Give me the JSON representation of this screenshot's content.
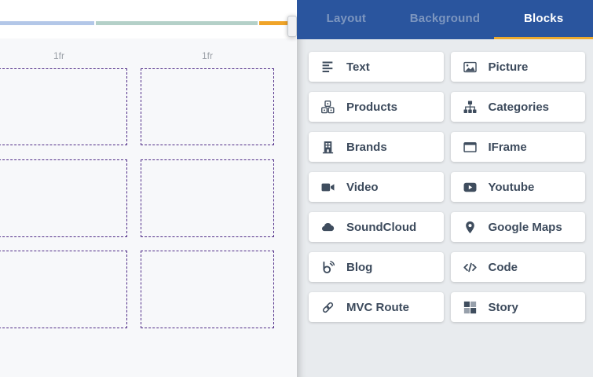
{
  "canvas": {
    "column_labels": [
      "1fr",
      "1fr"
    ],
    "cell_border_color": "#4f2b87",
    "background": "#f7f8fa",
    "ruler_segments": [
      {
        "name": "ruler-segment-blue",
        "color": "#b3c7e8"
      },
      {
        "name": "ruler-segment-teal",
        "color": "#b4d0c8"
      },
      {
        "name": "ruler-segment-orange",
        "color": "#f0a428"
      }
    ]
  },
  "panel": {
    "background": "#e8ebee",
    "header_color": "#2a559e",
    "active_underline_color": "#eeab2f",
    "tabs": [
      {
        "label": "Layout",
        "active": false
      },
      {
        "label": "Background",
        "active": false
      },
      {
        "label": "Blocks",
        "active": true
      }
    ],
    "blocks": [
      {
        "label": "Text",
        "icon": "text-icon"
      },
      {
        "label": "Picture",
        "icon": "picture-icon"
      },
      {
        "label": "Products",
        "icon": "products-icon"
      },
      {
        "label": "Categories",
        "icon": "categories-icon"
      },
      {
        "label": "Brands",
        "icon": "brands-icon"
      },
      {
        "label": "IFrame",
        "icon": "iframe-icon"
      },
      {
        "label": "Video",
        "icon": "video-icon"
      },
      {
        "label": "Youtube",
        "icon": "youtube-icon"
      },
      {
        "label": "SoundCloud",
        "icon": "soundcloud-icon"
      },
      {
        "label": "Google Maps",
        "icon": "google-maps-icon"
      },
      {
        "label": "Blog",
        "icon": "blog-icon"
      },
      {
        "label": "Code",
        "icon": "code-icon"
      },
      {
        "label": "MVC Route",
        "icon": "mvc-route-icon"
      },
      {
        "label": "Story",
        "icon": "story-icon"
      }
    ]
  }
}
